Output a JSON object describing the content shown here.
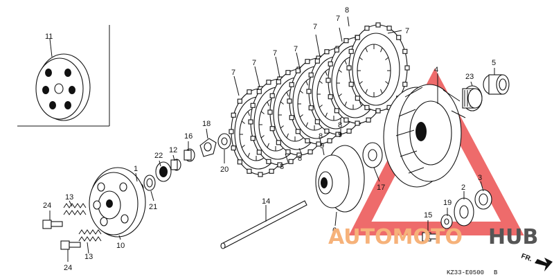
{
  "callouts": {
    "c11": "11",
    "c7a": "7",
    "c7b": "7",
    "c7c": "7",
    "c7d": "7",
    "c7e": "7",
    "c7f": "7",
    "c7g": "7",
    "c8a": "8",
    "c8b": "8",
    "c8c": "8",
    "c8d": "8",
    "c8e": "8",
    "c9a": "9",
    "c9b": "9",
    "c4": "4",
    "c5": "5",
    "c23": "23",
    "c18": "18",
    "c16": "16",
    "c12": "12",
    "c22": "22",
    "c1": "1",
    "c21": "21",
    "c20": "20",
    "c17": "17",
    "c13a": "13",
    "c13b": "13",
    "c24a": "24",
    "c24b": "24",
    "c10": "10",
    "c14": "14",
    "c6": "6",
    "c2": "2",
    "c3": "3",
    "c19": "19",
    "c15": "15"
  },
  "diagram_code": "KZ33-E0500",
  "diagram_code_suffix": "B",
  "direction_label": "FR.",
  "watermark": {
    "part1": "AUTOMOTO",
    "part2": "HUB",
    "color1": "#f6b27a",
    "color2": "#555555",
    "triangle_color": "#e83a3a"
  },
  "icons": [
    "clutch-plate",
    "friction-disc",
    "clutch-outer-basket",
    "pressure-plate",
    "lifter-rod",
    "spring",
    "bolt",
    "bearing",
    "arrow"
  ]
}
